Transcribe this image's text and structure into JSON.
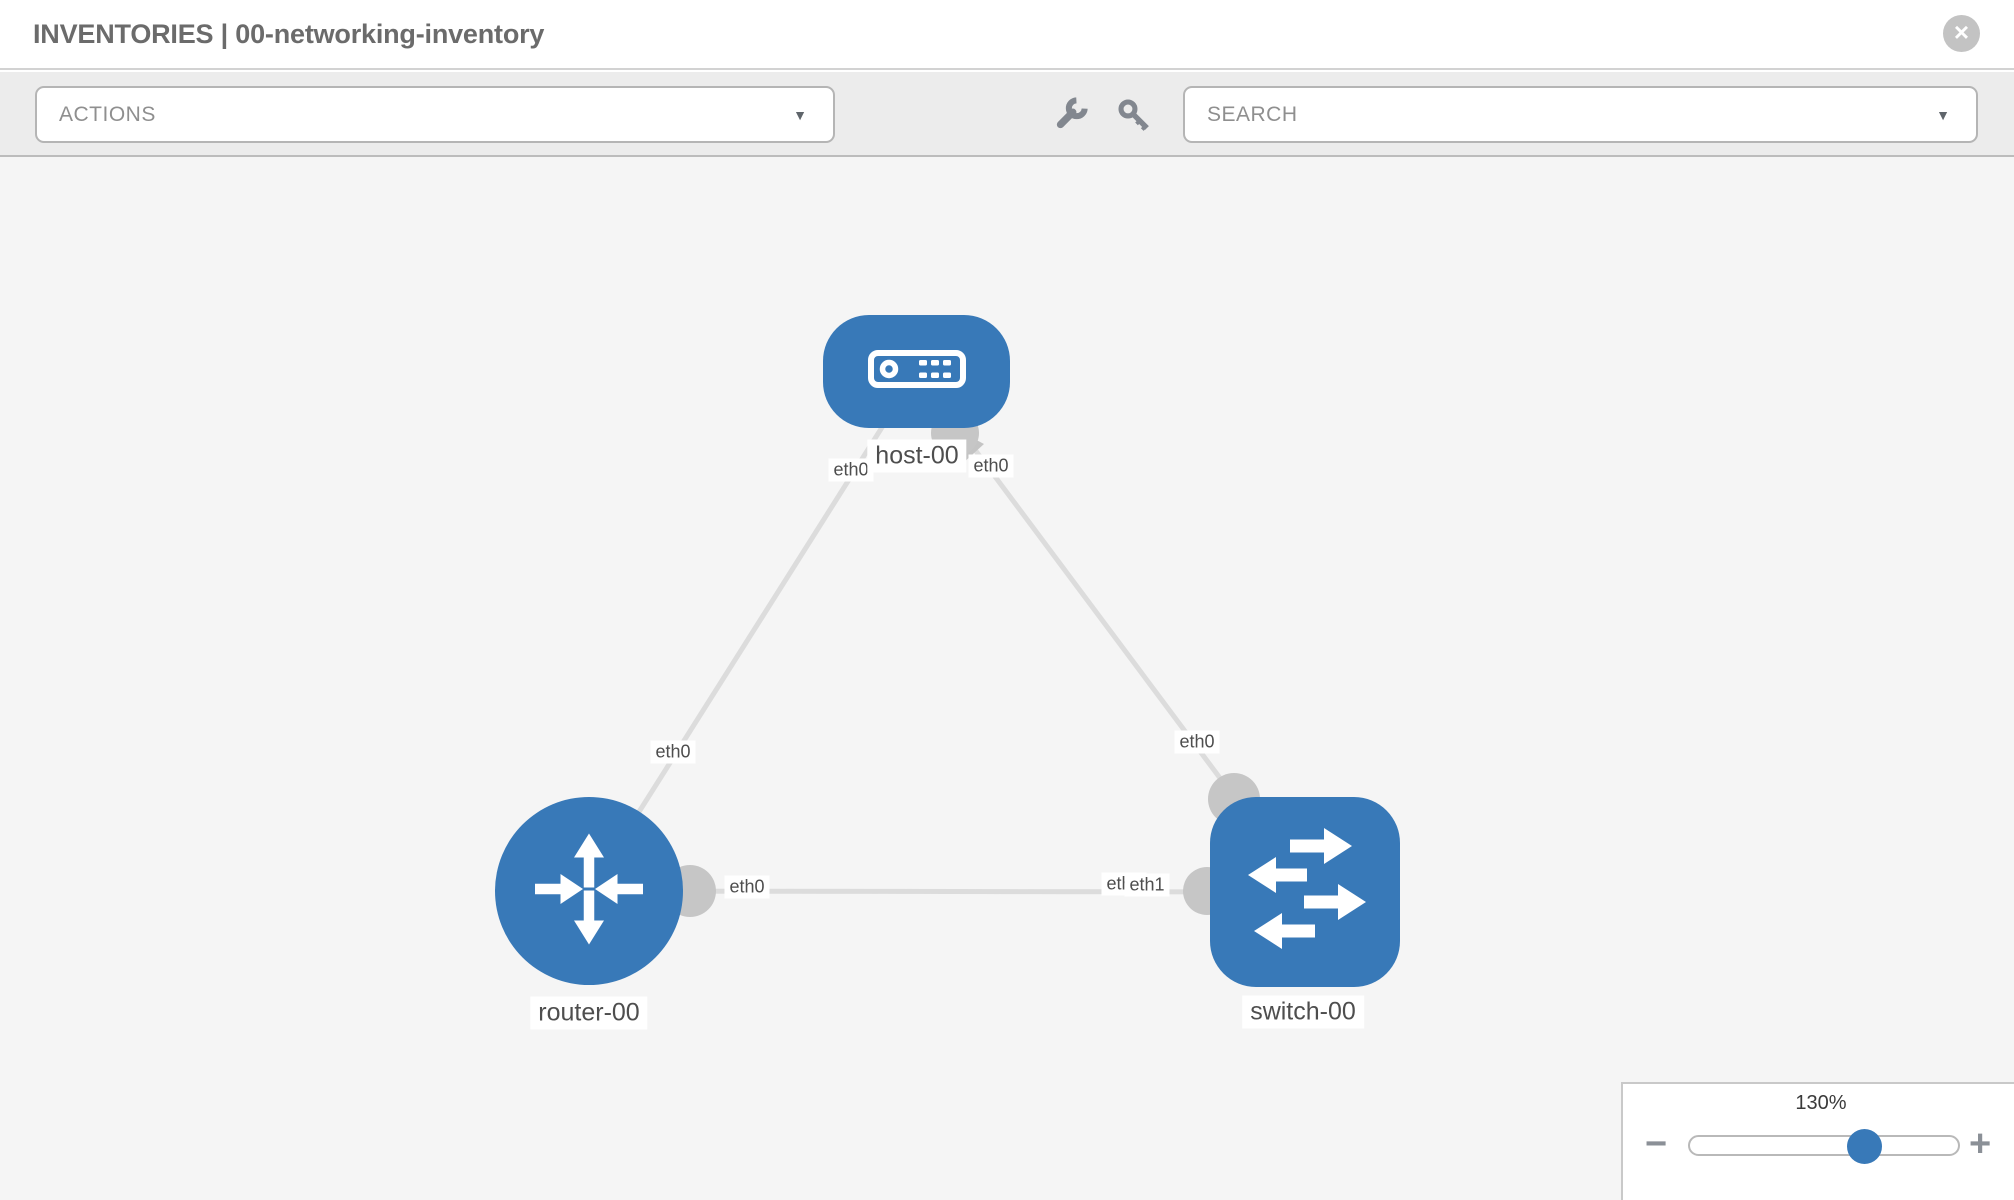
{
  "header": {
    "title": "INVENTORIES | 00-networking-inventory"
  },
  "toolbar": {
    "actions_label": "ACTIONS",
    "search_placeholder": "SEARCH",
    "tool_icons": [
      "wrench-icon",
      "key-icon"
    ]
  },
  "icons": {
    "close": "×",
    "caret": "▼"
  },
  "topology": {
    "nodes": [
      {
        "id": "host-00",
        "label": "host-00",
        "type": "host",
        "icon": "server-icon"
      },
      {
        "id": "router-00",
        "label": "router-00",
        "type": "router",
        "icon": "router-arrows-icon"
      },
      {
        "id": "switch-00",
        "label": "switch-00",
        "type": "switch",
        "icon": "switch-arrows-icon"
      }
    ],
    "links": [
      {
        "source": "router-00",
        "source_interface": "eth0",
        "target": "host-00",
        "target_interface": "eth0"
      },
      {
        "source": "host-00",
        "source_interface": "eth0",
        "target": "switch-00",
        "target_interface": "eth0"
      },
      {
        "source": "router-00",
        "source_interface": "eth0",
        "target": "switch-00",
        "target_interface": "eth1"
      }
    ],
    "interface_labels": {
      "rh_router": "eth0",
      "rh_host": "eth0",
      "hs_host": "eth0",
      "hs_switch": "eth0",
      "rs_router": "eth0",
      "rs_switch_back": "eth0",
      "rs_switch_front": "eth1"
    }
  },
  "zoom_control": {
    "value": "130%",
    "minus": "−",
    "plus": "+"
  },
  "colors": {
    "node_blue": "#3879b8",
    "connector_gray": "#c6c6c6",
    "link_gray": "#dcdcdc",
    "toolbar_gray": "#ececec",
    "canvas_gray": "#f5f5f5"
  }
}
